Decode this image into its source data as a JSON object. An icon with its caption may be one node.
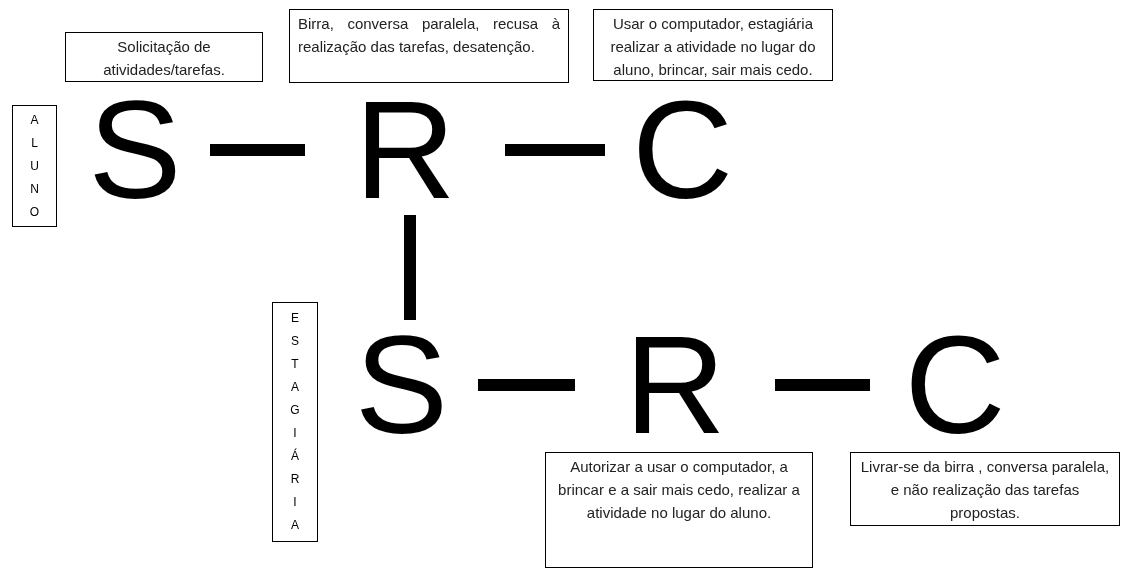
{
  "diagram": {
    "nodes": [
      {
        "text": [
          "ALUNO"
        ]
      },
      {
        "text": [
          "Solicitação de atividades/tarefas."
        ]
      },
      {
        "text": [
          "Birra, conversa paralela, recusa à realização das tarefas, desatenção."
        ]
      },
      {
        "text": [
          "Usar o computador, estagiária realizar a atividade no lugar do aluno, brincar, sair mais cedo."
        ]
      },
      {
        "text": [
          "S"
        ]
      },
      {
        "text": [
          "R"
        ]
      },
      {
        "text": [
          "C"
        ]
      },
      {
        "text": [
          "ESTAGIÁRIA"
        ]
      },
      {
        "text": [
          "S"
        ]
      },
      {
        "text": [
          "R"
        ]
      },
      {
        "text": [
          "C"
        ]
      },
      {
        "text": [
          "Autorizar a usar o computador, a brincar e a sair mais cedo, realizar a atividade no lugar do aluno."
        ]
      },
      {
        "text": [
          "Livrar-se da birra , conversa paralela, e não realização das tarefas propostas."
        ]
      }
    ],
    "edges": [
      {
        "from": 4,
        "to": 5,
        "arrow": "none"
      },
      {
        "from": 5,
        "to": 6,
        "arrow": "none"
      },
      {
        "from": 5,
        "to": 8,
        "arrow": "none"
      },
      {
        "from": 8,
        "to": 9,
        "arrow": "none"
      },
      {
        "from": 9,
        "to": 10,
        "arrow": "none"
      }
    ]
  }
}
